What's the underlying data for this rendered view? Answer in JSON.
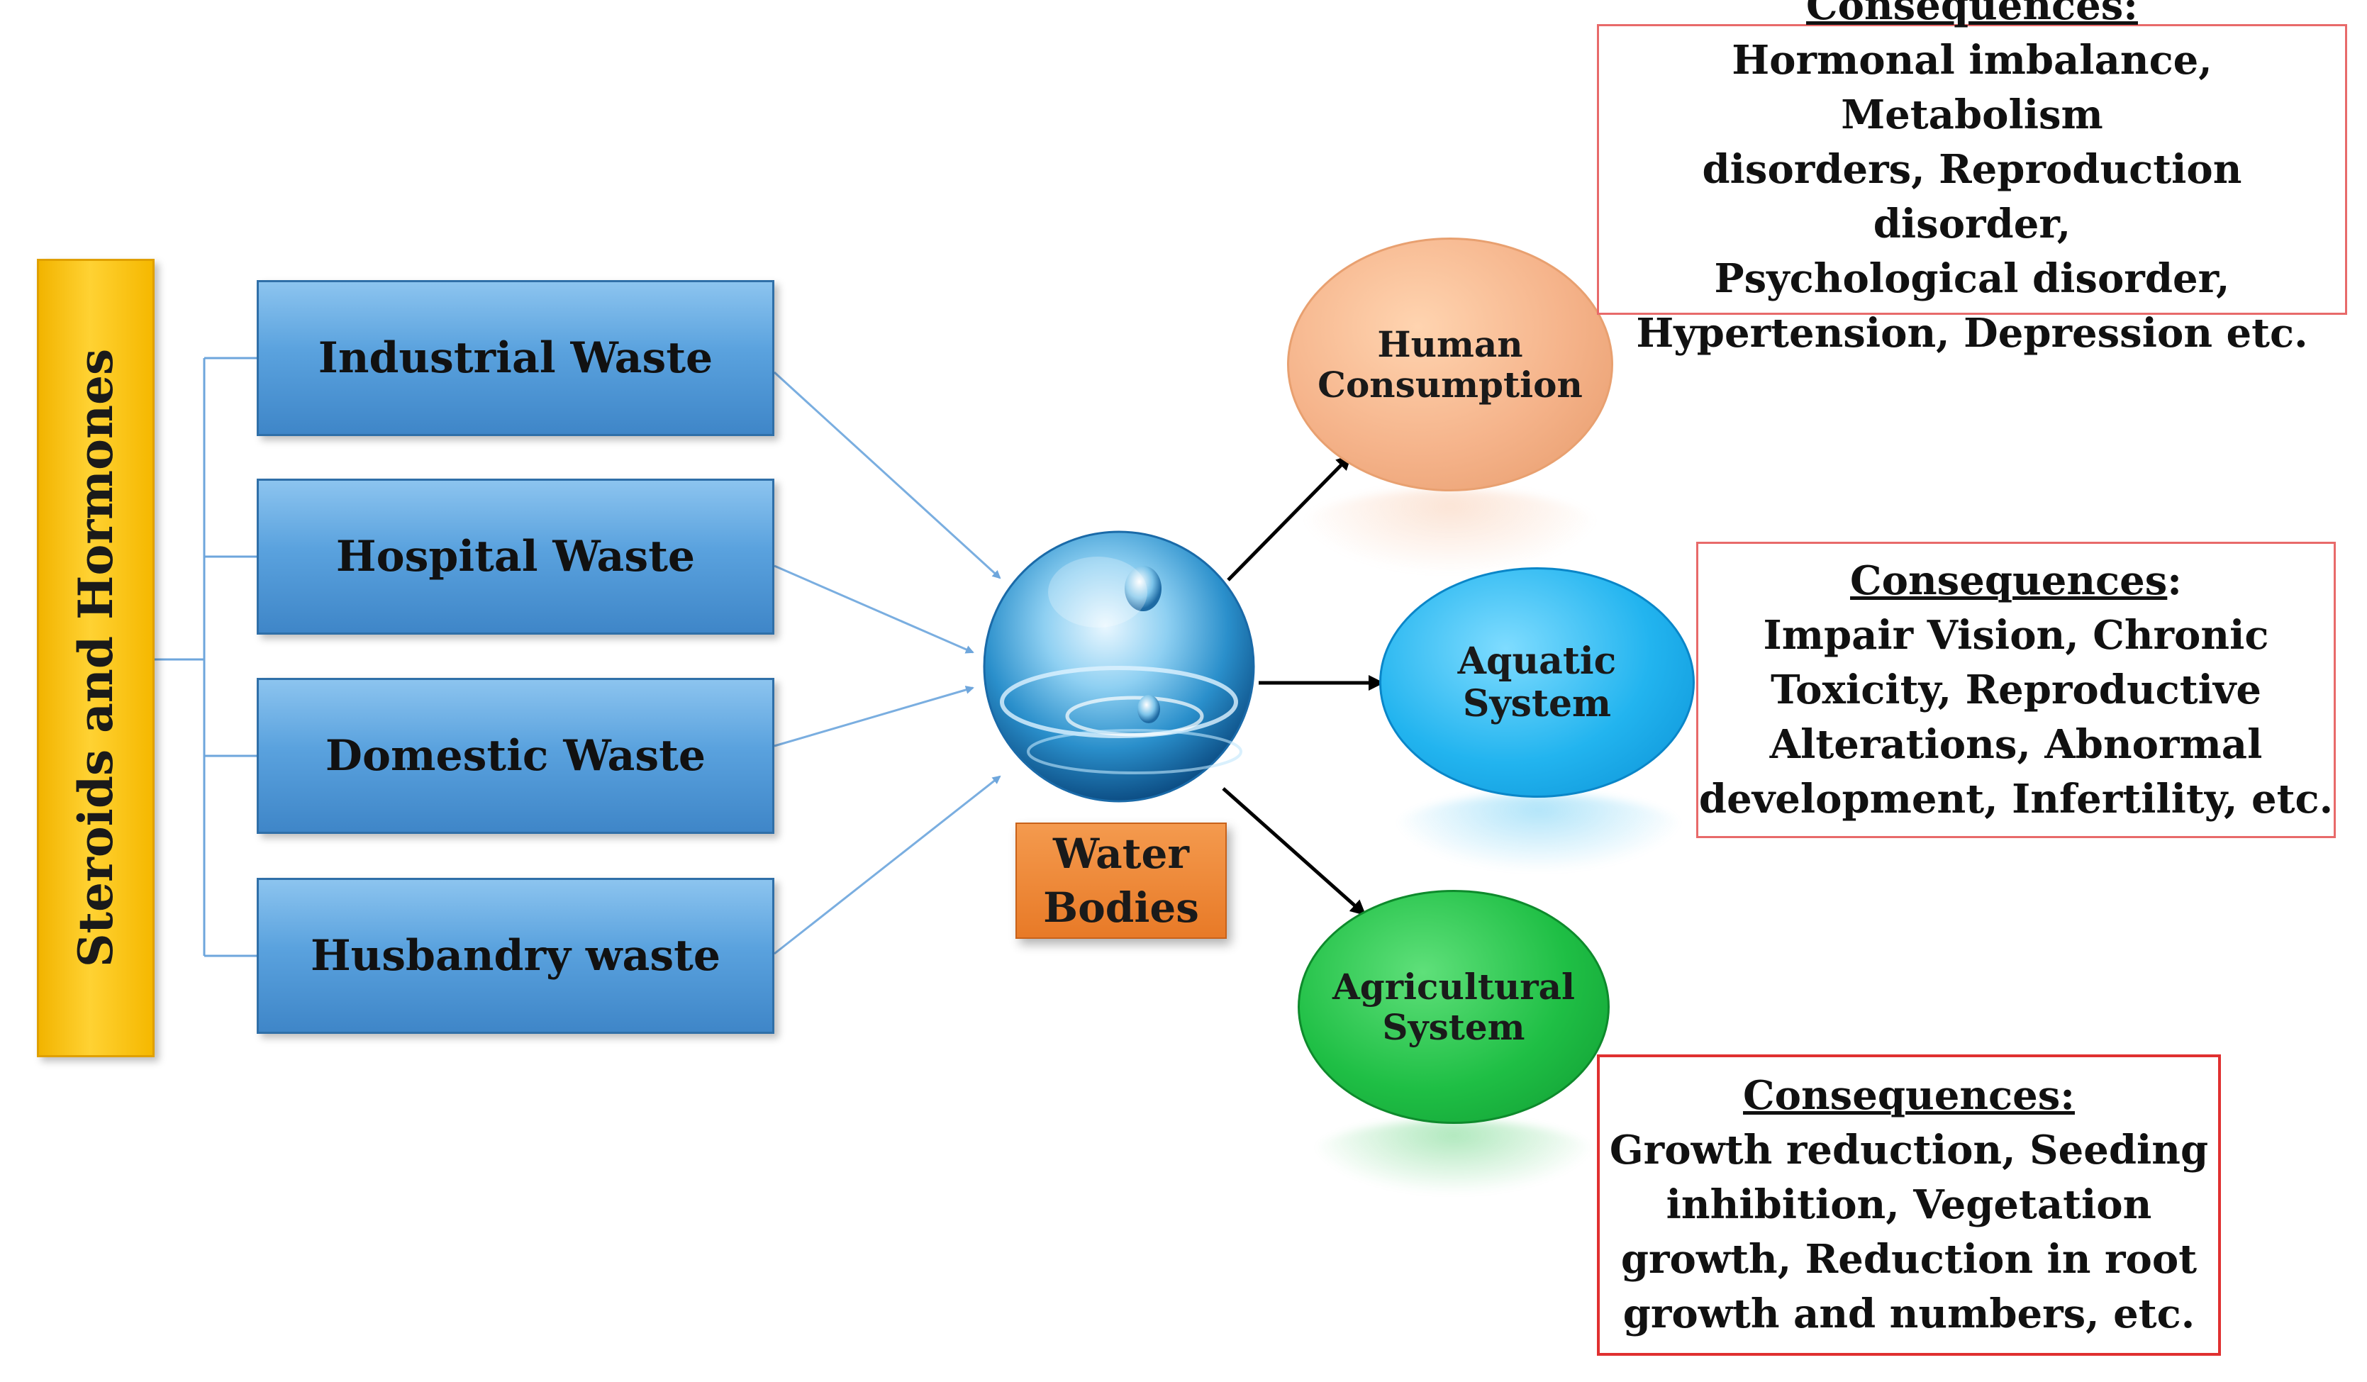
{
  "banner": {
    "label": "Steroids and Hormones"
  },
  "sources": [
    {
      "label": "Industrial Waste"
    },
    {
      "label": "Hospital Waste"
    },
    {
      "label": "Domestic Waste"
    },
    {
      "label": "Husbandry waste"
    }
  ],
  "water": {
    "line1": "Water",
    "line2": "Bodies"
  },
  "targets": {
    "human": {
      "line1": "Human",
      "line2": "Consumption"
    },
    "aquatic": {
      "line1": "Aquatic",
      "line2": "System"
    },
    "agricultural": {
      "line1": "Agricultural",
      "line2": "System"
    }
  },
  "consequences": {
    "human": {
      "heading": "Consequences:",
      "lines": [
        "Hormonal imbalance, Metabolism",
        "disorders, Reproduction disorder,",
        "Psychological disorder,",
        "Hypertension, Depression etc."
      ]
    },
    "aquatic": {
      "heading": "Consequences",
      "heading_suffix": ":",
      "lines": [
        "Impair Vision, Chronic",
        "Toxicity, Reproductive",
        "Alterations, Abnormal",
        "development, Infertility, etc."
      ]
    },
    "agricultural": {
      "heading": "Consequences:",
      "lines": [
        "Growth reduction, Seeding",
        "inhibition, Vegetation",
        "growth, Reduction in root",
        "growth and numbers, etc."
      ]
    }
  },
  "colors": {
    "banner": "#ffd233",
    "source_box": "#5aa2de",
    "water_label": "#e87a27",
    "human": "#f5b38a",
    "aquatic": "#22b4ef",
    "agricultural": "#1fbf45",
    "consequence_border": "#e86a6a",
    "input_arrow": "#7aaee0",
    "output_arrow": "#000000"
  }
}
